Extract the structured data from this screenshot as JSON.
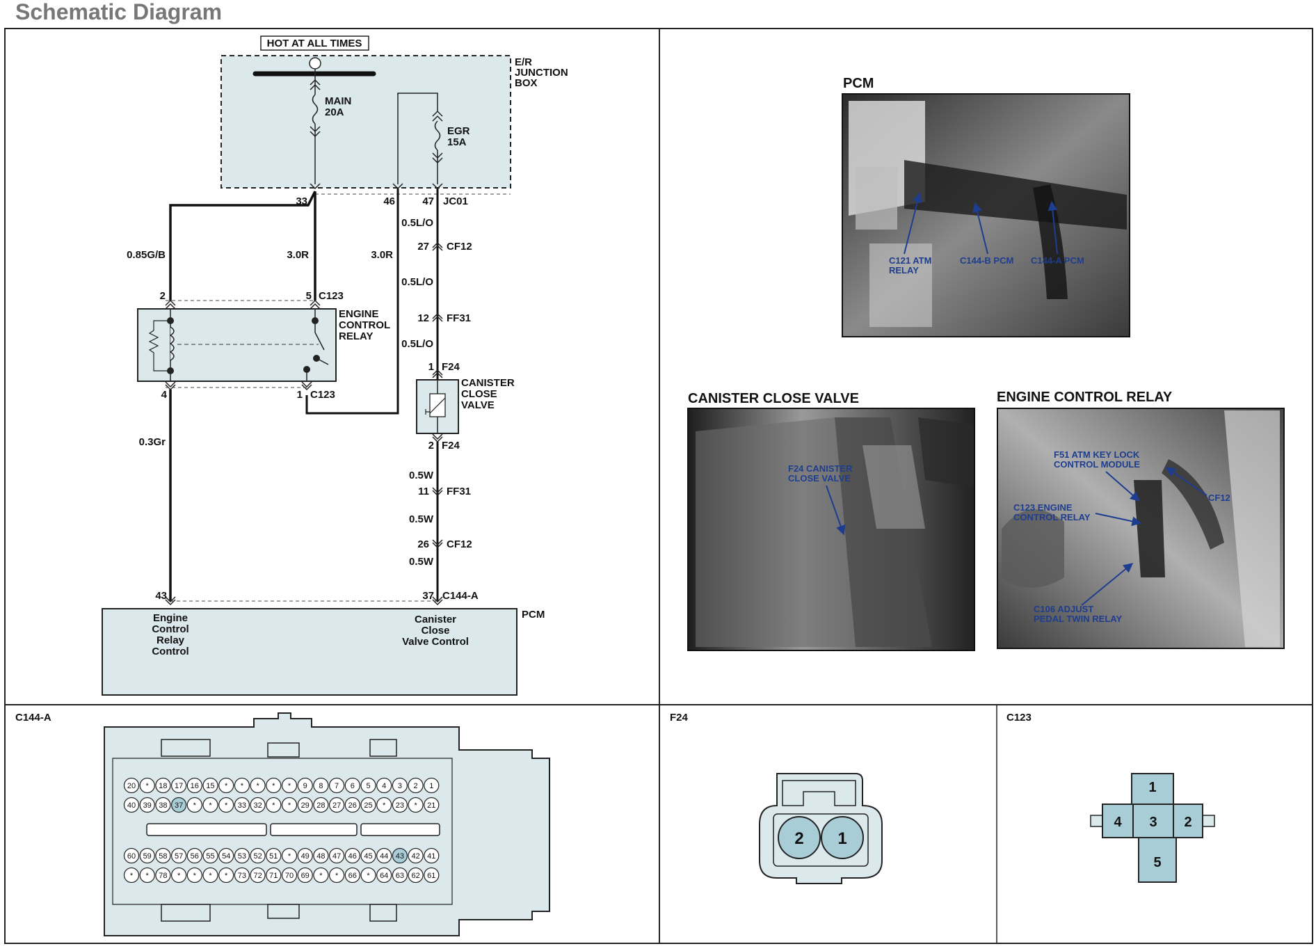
{
  "page_title": "Schematic Diagram",
  "schematic": {
    "hot_label": "HOT AT ALL TIMES",
    "junction_box": [
      "E/R",
      "JUNCTION",
      "BOX"
    ],
    "main_fuse": [
      "MAIN",
      "20A"
    ],
    "egr_fuse": [
      "EGR",
      "15A"
    ],
    "jb_pins": {
      "p33": "33",
      "p46": "46",
      "p47": "47",
      "connector": "JC01"
    },
    "wire_085gb": "0.85G/B",
    "wire_30r_left": "3.0R",
    "wire_30r_right": "3.0R",
    "wire_05lo_1": "0.5L/O",
    "wire_05lo_2": "0.5L/O",
    "wire_05lo_3": "0.5L/O",
    "cf12_top_pin": "27",
    "cf12": "CF12",
    "ff31_top_pin": "12",
    "ff31": "FF31",
    "relay_top_pins": {
      "p2": "2",
      "p5": "5",
      "connector": "C123"
    },
    "relay_label": [
      "ENGINE",
      "CONTROL",
      "RELAY"
    ],
    "relay_bottom_pins": {
      "p4": "4",
      "p1": "1",
      "connector": "C123"
    },
    "f24_top_pin": "1",
    "f24": "F24",
    "canister_label": [
      "CANISTER",
      "CLOSE",
      "VALVE"
    ],
    "f24_bottom_pin": "2",
    "wire_03gr": "0.3Gr",
    "wire_05w_1": "0.5W",
    "wire_05w_2": "0.5W",
    "wire_05w_3": "0.5W",
    "ff31_bottom_pin": "11",
    "cf12_bottom_pin": "26",
    "pcm_pins": {
      "p43": "43",
      "p37": "37",
      "connector": "C144-A"
    },
    "pcm_label": "PCM",
    "pcm_left": [
      "Engine",
      "Control",
      "Relay",
      "Control"
    ],
    "pcm_right": [
      "Canister",
      "Close",
      "Valve Control"
    ]
  },
  "photos": {
    "pcm": {
      "title": "PCM",
      "labels": {
        "c121": [
          "C121 ATM",
          "RELAY"
        ],
        "c144b": "C144-B PCM",
        "c144a": "C144-A PCM"
      }
    },
    "canister": {
      "title": "CANISTER CLOSE VALVE",
      "labels": {
        "f24": [
          "F24 CANISTER",
          "CLOSE VALVE"
        ]
      }
    },
    "relay": {
      "title": "ENGINE CONTROL RELAY",
      "labels": {
        "f51": [
          "F51 ATM KEY LOCK",
          "CONTROL MODULE"
        ],
        "cf12": "CF12",
        "c123": [
          "C123 ENGINE",
          "CONTROL RELAY"
        ],
        "c106": [
          "C106 ADJUST",
          "PEDAL TWIN RELAY"
        ]
      }
    }
  },
  "connectors": {
    "c144a": {
      "title": "C144-A",
      "row1": [
        "20",
        "*",
        "18",
        "17",
        "16",
        "15",
        "*",
        "*",
        "*",
        "*",
        "*",
        "9",
        "8",
        "7",
        "6",
        "5",
        "4",
        "3",
        "2",
        "1"
      ],
      "row2": [
        "40",
        "39",
        "38",
        "37",
        "*",
        "*",
        "*",
        "33",
        "32",
        "*",
        "*",
        "29",
        "28",
        "27",
        "26",
        "25",
        "*",
        "23",
        "*",
        "21"
      ],
      "row3": [
        "60",
        "59",
        "58",
        "57",
        "56",
        "55",
        "54",
        "53",
        "52",
        "51",
        "*",
        "49",
        "48",
        "47",
        "46",
        "45",
        "44",
        "43",
        "42",
        "41"
      ],
      "row4": [
        "*",
        "*",
        "78",
        "*",
        "*",
        "*",
        "*",
        "73",
        "72",
        "71",
        "70",
        "69",
        "*",
        "*",
        "66",
        "*",
        "64",
        "63",
        "62",
        "61"
      ]
    },
    "f24": {
      "title": "F24",
      "pins": [
        "2",
        "1"
      ]
    },
    "c123": {
      "title": "C123",
      "pins": {
        "p1": "1",
        "p2": "2",
        "p3": "3",
        "p4": "4",
        "p5": "5"
      }
    }
  },
  "colors": {
    "fill": "#dbe8ec",
    "connector_fill": "#a9cdd6",
    "photo_label": "#1e3d8f"
  }
}
